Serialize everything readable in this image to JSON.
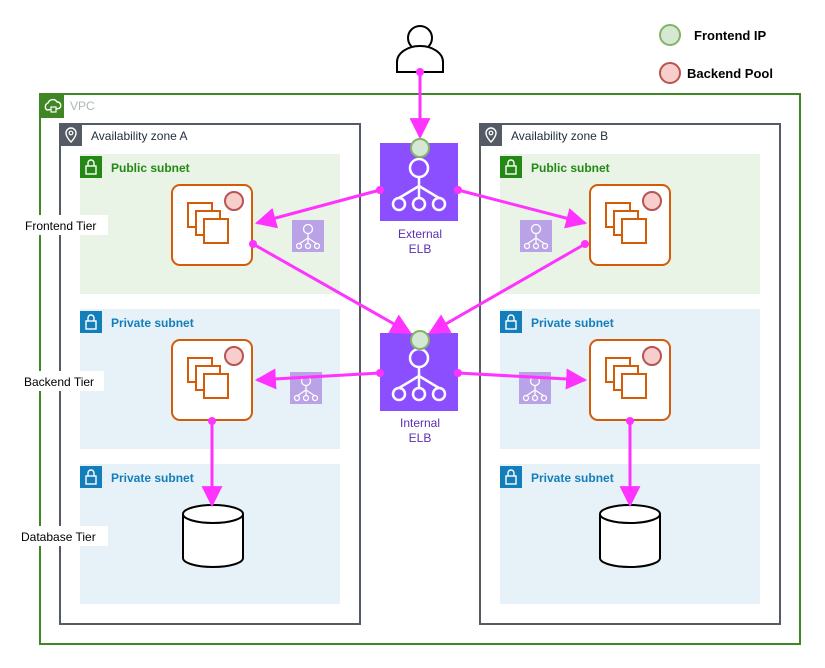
{
  "legend": {
    "frontend_ip": "Frontend IP",
    "backend_pool": "Backend Pool",
    "frontend_color": "#d5e8d4",
    "frontend_stroke": "#82b366",
    "backend_color": "#f8cecc",
    "backend_stroke": "#b85450"
  },
  "vpc": {
    "label": "VPC",
    "color": "#3f8624"
  },
  "zones": [
    {
      "label": "Availability zone A"
    },
    {
      "label": "Availability zone B"
    }
  ],
  "subnets": {
    "public": {
      "label": "Public subnet",
      "color": "#248814",
      "fill": "#e9f3e6"
    },
    "private": {
      "label": "Private subnet",
      "color": "#147eba",
      "fill": "#e6f2f8"
    }
  },
  "tiers": {
    "frontend": "Frontend Tier",
    "backend": "Backend Tier",
    "database": "Database Tier"
  },
  "elbs": {
    "external": {
      "line1": "External",
      "line2": "ELB"
    },
    "internal": {
      "line1": "Internal",
      "line2": "ELB"
    },
    "color": "#8c4fff",
    "label_color": "#5a30b5"
  },
  "colors": {
    "arrow": "#ff33ff",
    "ec2": "#d45b07",
    "zone_border": "#545b64"
  }
}
